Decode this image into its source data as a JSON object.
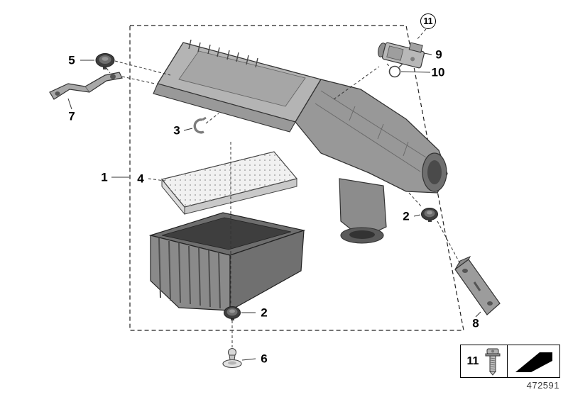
{
  "diagram": {
    "drawing_number": "472591",
    "callouts": {
      "n1": "1",
      "n2_right": "2",
      "n2_bottom": "2",
      "n3": "3",
      "n4": "4",
      "n5": "5",
      "n6": "6",
      "n7": "7",
      "n8": "8",
      "n9": "9",
      "n10": "10",
      "n11_circle": "11",
      "n11_legend": "11"
    }
  }
}
